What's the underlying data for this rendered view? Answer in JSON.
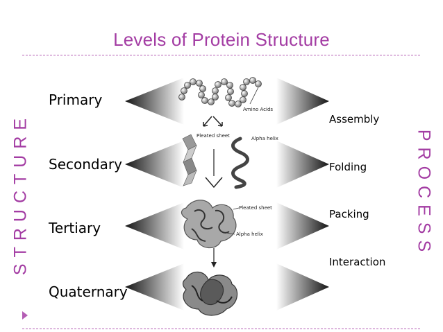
{
  "title": "Levels of Protein Structure",
  "sidebar_left": "STRUCTURE",
  "sidebar_right": "PROCESS",
  "levels": [
    "Primary",
    "Secondary",
    "Tertiary",
    "Quaternary"
  ],
  "processes": [
    "Assembly",
    "Folding",
    "Packing",
    "Interaction"
  ],
  "figure_labels": {
    "amino_acids": "Amino Acids",
    "pleated_sheet": "Pleated sheet",
    "alpha_helix": "Alpha helix",
    "pleated_sheet_2": "Pleated sheet",
    "alpha_helix_2": "Alpha helix"
  },
  "colors": {
    "accent": "#a33ca3",
    "text": "#000000",
    "triangle_dark": "#1a1a1a",
    "triangle_light": "#ffffff"
  }
}
